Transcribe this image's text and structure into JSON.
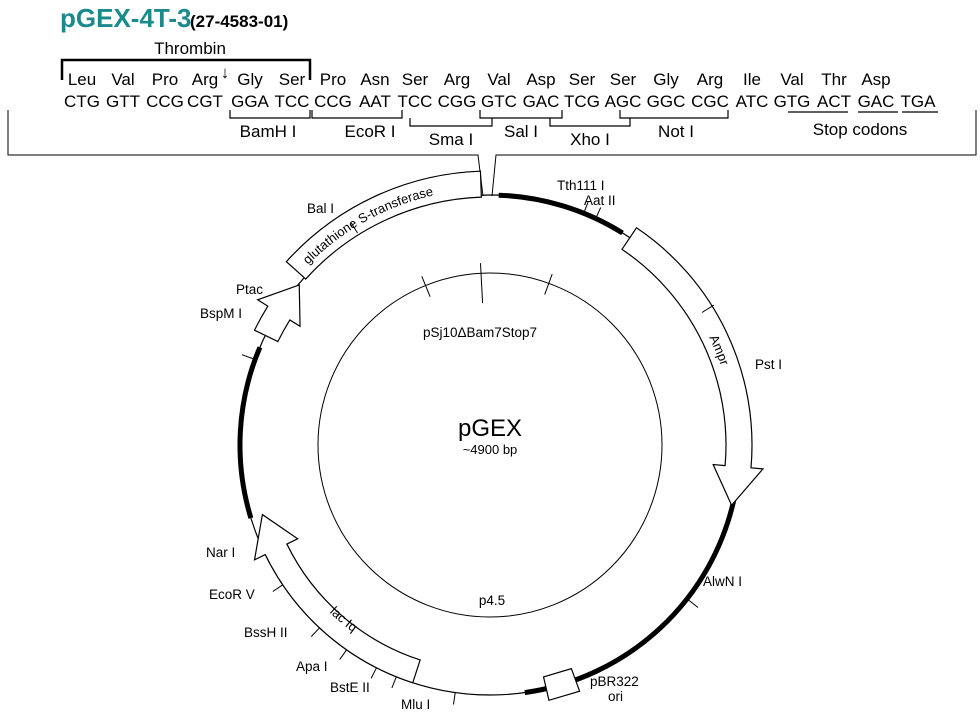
{
  "header": {
    "title": "pGEX-4T-3",
    "catalog": "(27-4583-01)",
    "protease": "Thrombin",
    "cleavage_arrow": "↓"
  },
  "sequence": {
    "amino_acids": [
      "Leu",
      "Val",
      "Pro",
      "Arg",
      "Gly",
      "Ser",
      "Pro",
      "Asn",
      "Ser",
      "Arg",
      "Val",
      "Asp",
      "Ser",
      "Ser",
      "Gly",
      "Arg",
      "Ile",
      "Val",
      "Thr",
      "Asp"
    ],
    "codons": [
      "CTG",
      "GTT",
      "CCG",
      "CGT",
      "GGA",
      "TCC",
      "CCG",
      "AAT",
      "TCC",
      "CGG",
      "GTC",
      "GAC",
      "TCG",
      "AGC",
      "GGC",
      "CGC",
      "ATC",
      "GTG",
      "ACT",
      "GAC",
      "TGA"
    ],
    "sites": [
      "BamH I",
      "EcoR I",
      "Sma I",
      "Sal I",
      "Xho I",
      "Not I"
    ],
    "stop_label": "Stop codons"
  },
  "map": {
    "name": "pGEX",
    "size": "~4900 bp",
    "inner_labels": [
      "pSj10ΔBam7Stop7",
      "p4.5"
    ],
    "features": [
      "glutathione S-transferase",
      "Ampr",
      "lac Iq",
      "Ptac",
      "pBR322 ori"
    ],
    "sites_outer": [
      "Tth111 I",
      "Aat II",
      "Pst I",
      "AlwN I",
      "Bal I",
      "BspM I",
      "Nar I",
      "EcoR V",
      "BssH II",
      "Apa I",
      "BstE II",
      "Mlu I"
    ]
  }
}
